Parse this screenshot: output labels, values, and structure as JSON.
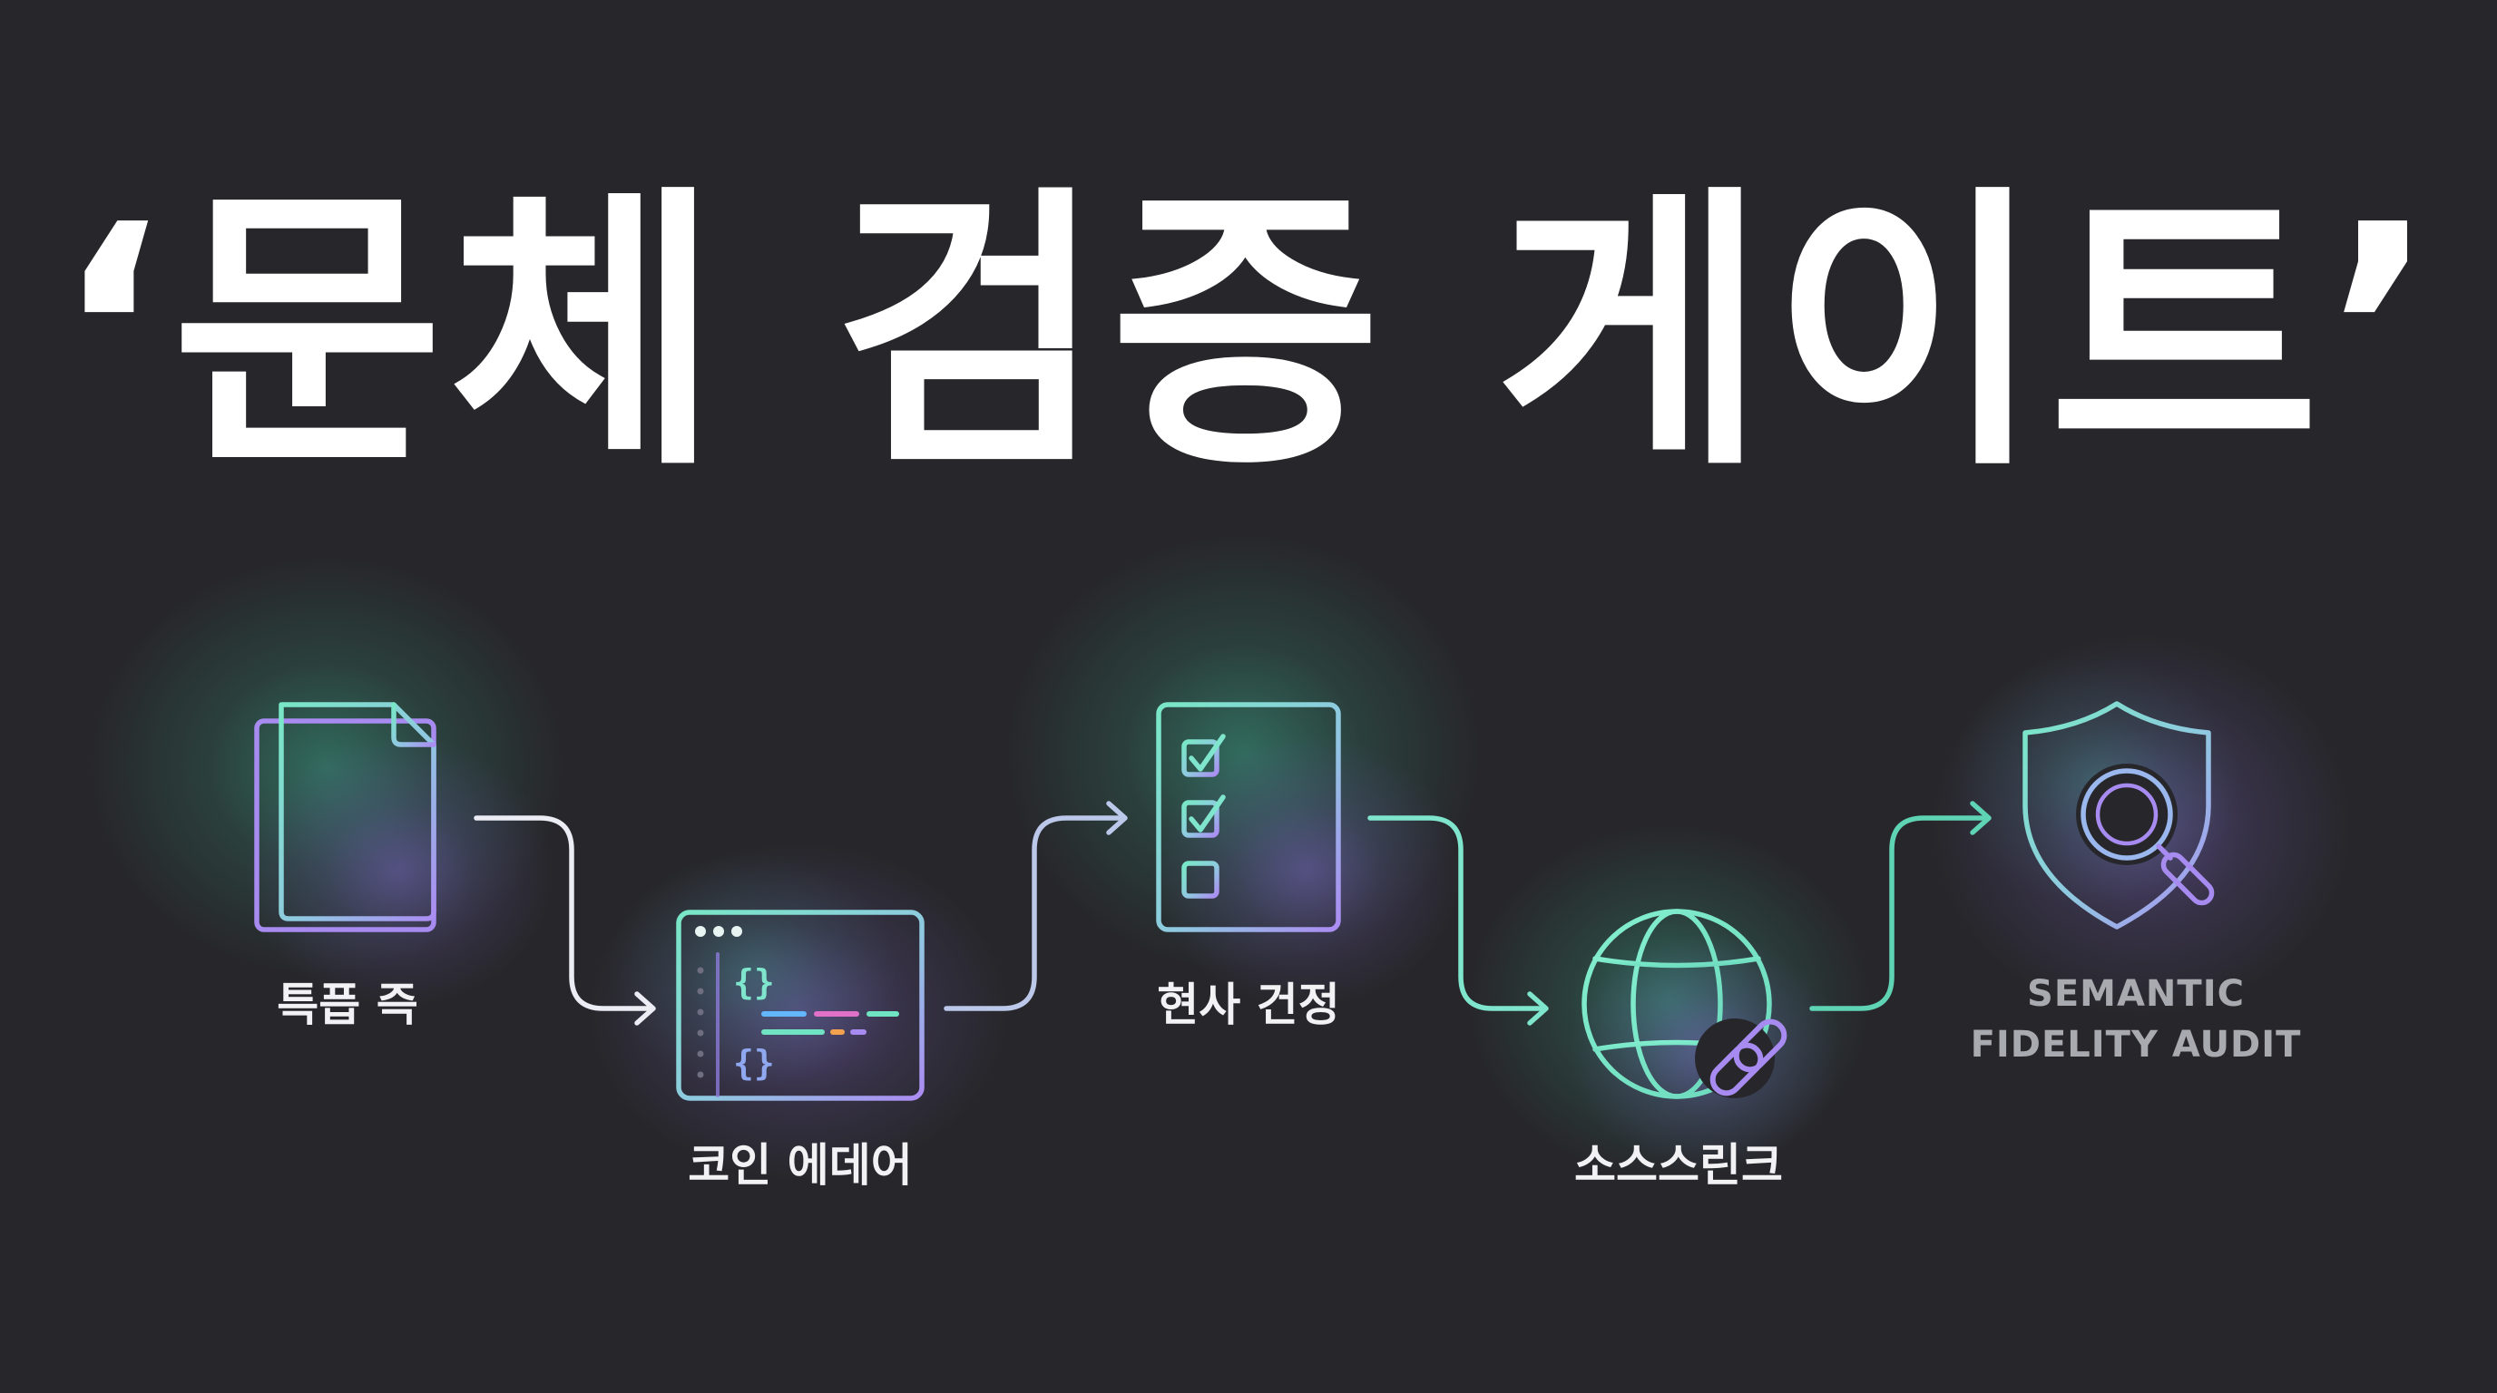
{
  "title": "‘문체 검증 게이트’",
  "steps": [
    {
      "label": "특픕 즉",
      "icon": "documents-icon"
    },
    {
      "label": "코인 에데어",
      "icon": "code-editor-icon"
    },
    {
      "label": "현사 건정",
      "icon": "checklist-icon"
    },
    {
      "label": "소스스린크",
      "icon": "globe-link-icon"
    },
    {
      "label_line1": "SEMANTIC",
      "label_line2": "FIDELITY AUDIT",
      "icon": "shield-search-icon"
    }
  ],
  "colors": {
    "background": "#27272b",
    "teal": "#6fe3c2",
    "purple": "#a88bf0",
    "white": "#ffffff",
    "label": "#f2f2f4",
    "label_muted": "#a9a9b0",
    "code_pink": "#e070c8",
    "code_blue": "#62b7ff",
    "code_orange": "#f2a14e"
  }
}
